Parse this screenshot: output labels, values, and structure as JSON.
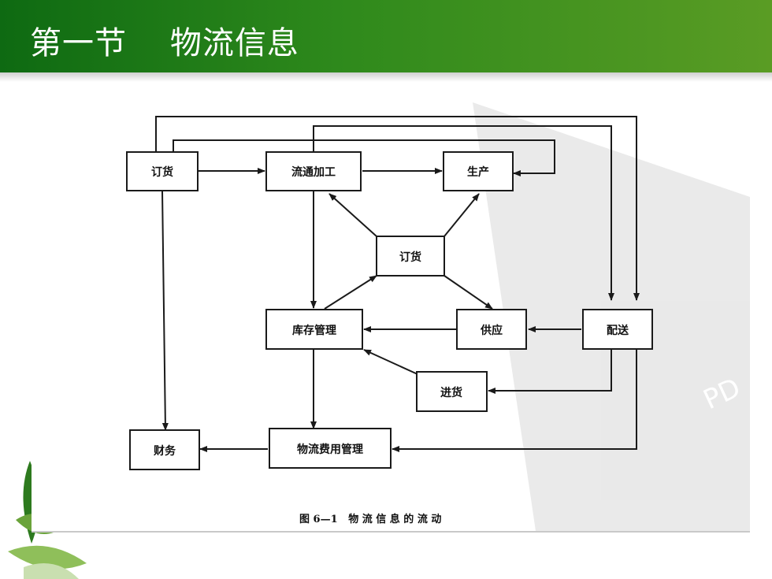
{
  "slide": {
    "title": "第一节    物流信息"
  },
  "diagram": {
    "nodes": {
      "order_top": "订货",
      "processing": "流通加工",
      "production": "生产",
      "order_center": "订货",
      "inventory": "库存管理",
      "supply": "供应",
      "delivery": "配送",
      "purchase": "进货",
      "finance": "财务",
      "logistics_cost": "物流费用管理"
    },
    "caption": "图 6—1   物 流 信 息 的 流 动"
  },
  "colors": {
    "header_start": "#0e6a12",
    "header_end": "#5a9c24",
    "title_text": "#ffffff",
    "line": "#1a1a1a"
  }
}
